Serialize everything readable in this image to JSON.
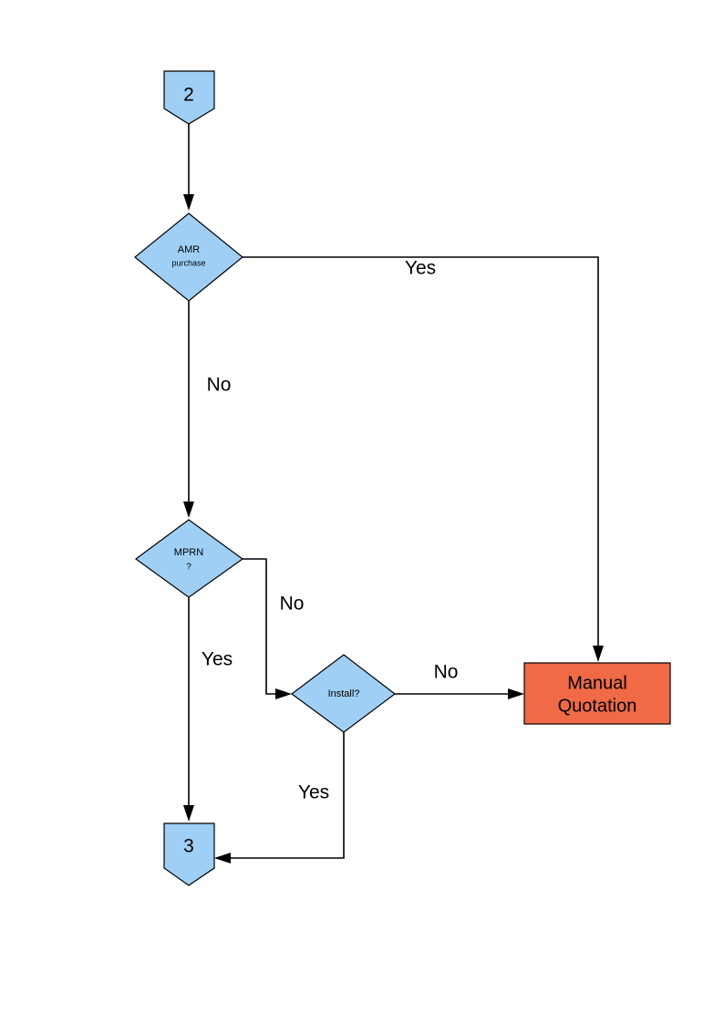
{
  "diagram": {
    "type": "flowchart",
    "background_color": "#ffffff",
    "colors": {
      "connector_fill": "#9FCFF4",
      "decision_fill": "#9FCFF4",
      "process_fill": "#EF6A45",
      "stroke": "#000000",
      "text": "#000000"
    },
    "nodes": [
      {
        "id": "start-connector",
        "shape": "off-page-connector-pentagon",
        "label": "2",
        "fill": "#9FCFF4"
      },
      {
        "id": "amr-purchase-decision",
        "shape": "diamond",
        "label_line1": "AMR",
        "label_line2": "purchase",
        "fill": "#9FCFF4"
      },
      {
        "id": "mprn-decision",
        "shape": "diamond",
        "label_line1": "MPRN",
        "label_line2": "?",
        "fill": "#9FCFF4"
      },
      {
        "id": "install-decision",
        "shape": "diamond",
        "label": "Install?",
        "fill": "#9FCFF4"
      },
      {
        "id": "manual-quotation-process",
        "shape": "rectangle",
        "label_line1": "Manual",
        "label_line2": "Quotation",
        "fill": "#EF6A45"
      },
      {
        "id": "end-connector",
        "shape": "off-page-connector-pentagon",
        "label": "3",
        "fill": "#9FCFF4"
      }
    ],
    "edges": [
      {
        "id": "e-start-to-amr",
        "from": "start-connector",
        "to": "amr-purchase-decision",
        "label": ""
      },
      {
        "id": "e-amr-yes",
        "from": "amr-purchase-decision",
        "to": "manual-quotation-process",
        "label": "Yes"
      },
      {
        "id": "e-amr-no",
        "from": "amr-purchase-decision",
        "to": "mprn-decision",
        "label": "No"
      },
      {
        "id": "e-mprn-no",
        "from": "mprn-decision",
        "to": "install-decision",
        "label": "No"
      },
      {
        "id": "e-mprn-yes",
        "from": "mprn-decision",
        "to": "end-connector",
        "label": "Yes"
      },
      {
        "id": "e-install-no",
        "from": "install-decision",
        "to": "manual-quotation-process",
        "label": "No"
      },
      {
        "id": "e-install-yes",
        "from": "install-decision",
        "to": "end-connector",
        "label": "Yes"
      }
    ]
  }
}
